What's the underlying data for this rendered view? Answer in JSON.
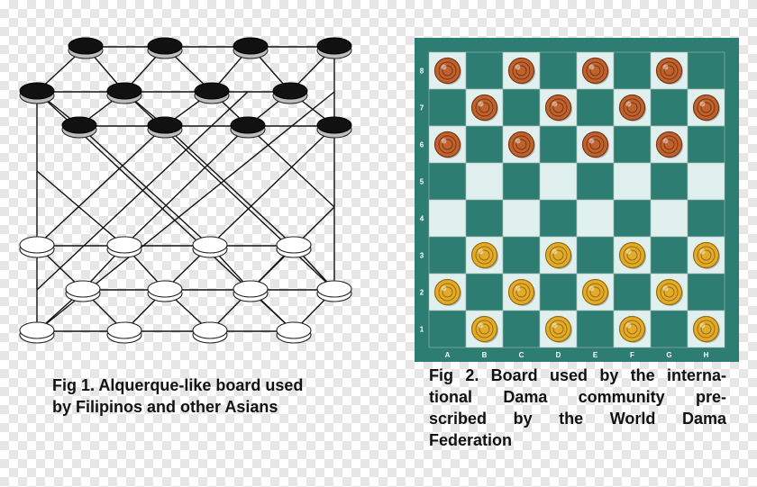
{
  "fig1": {
    "caption_lines": [
      "Fig 1. Alquerque-like board used",
      "by Filipinos and other Asians"
    ],
    "colors": {
      "black_piece": "#111111",
      "white_piece": "#ffffff",
      "line": "#111111"
    }
  },
  "fig2": {
    "caption_lines": [
      "Fig 2. Board used by the interna-",
      "tional Dama community pre-",
      "scribed by the World Dama",
      "Federation"
    ],
    "files": [
      "A",
      "B",
      "C",
      "D",
      "E",
      "F",
      "G",
      "H"
    ],
    "ranks": [
      "1",
      "2",
      "3",
      "4",
      "5",
      "6",
      "7",
      "8"
    ],
    "colors": {
      "frame": "#2e7d72",
      "dark_square": "#2e7d72",
      "light_square": "#dff0ee",
      "red_piece": "#c0622e",
      "gold_piece": "#e2ac2a",
      "coordinate_text": "#ffffff"
    },
    "pieces": {
      "red": [
        "A8",
        "C8",
        "E8",
        "G8",
        "B7",
        "D7",
        "F7",
        "H7",
        "A6",
        "C6",
        "E6",
        "G6"
      ],
      "gold": [
        "B3",
        "D3",
        "F3",
        "H3",
        "A2",
        "C2",
        "E2",
        "G2",
        "B1",
        "D1",
        "F1",
        "H1"
      ]
    }
  }
}
